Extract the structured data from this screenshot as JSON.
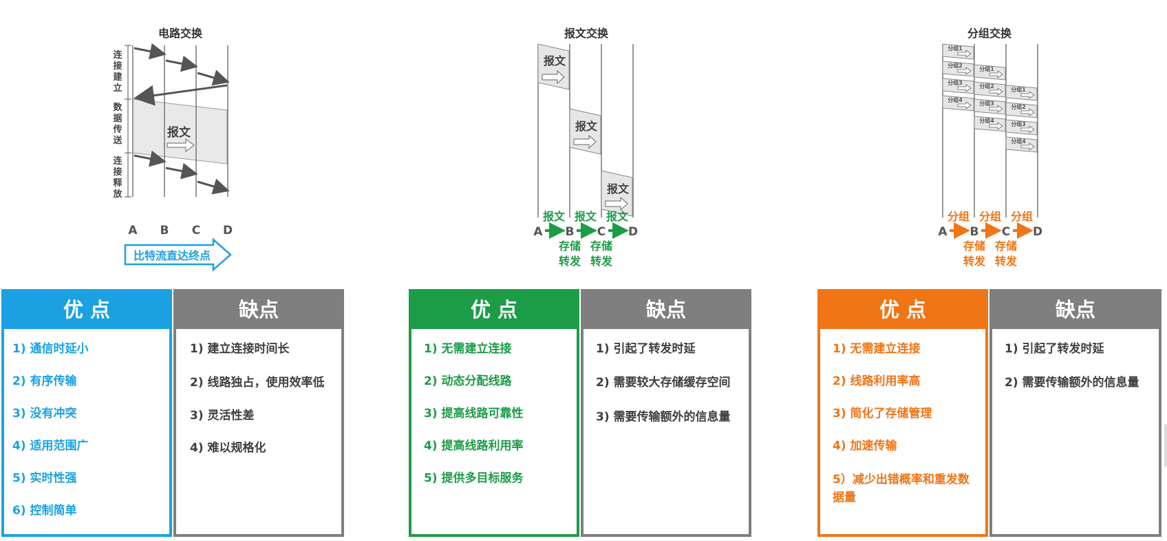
{
  "colors": {
    "circuit": "#1ba1e2",
    "message": "#1d9c48",
    "packet": "#f07515",
    "disadvantage": "#7f7f7f",
    "arrow": "#555555"
  },
  "circuit": {
    "title": "电路交换",
    "phases": [
      "连接建立",
      "数据传送",
      "连接释放"
    ],
    "message_label": "报文",
    "nodes": [
      "A",
      "B",
      "C",
      "D"
    ],
    "banner": "比特流直达终点"
  },
  "message": {
    "title": "报文交换",
    "message_label": "报文",
    "nodes": [
      "A",
      "B",
      "C",
      "D"
    ],
    "hop_label": "报文",
    "store_forward": [
      "存储",
      "转发"
    ]
  },
  "packet": {
    "title": "分组交换",
    "packets": [
      "分组1",
      "分组2",
      "分组3",
      "分组4"
    ],
    "nodes": [
      "A",
      "B",
      "C",
      "D"
    ],
    "hop_label": "分组",
    "store_forward": [
      "存储",
      "转发"
    ]
  },
  "panels": {
    "circuit": {
      "adv_title": "优 点",
      "dis_title": "缺点",
      "advantages": [
        "1) 通信时延小",
        "2) 有序传输",
        "3) 没有冲突",
        "4) 适用范围广",
        "5) 实时性强",
        "6) 控制简单"
      ],
      "disadvantages": [
        "1) 建立连接时间长",
        "2) 线路独占，使用效率低",
        "3) 灵活性差",
        "4) 难以规格化"
      ]
    },
    "message": {
      "adv_title": "优 点",
      "dis_title": "缺点",
      "advantages": [
        "1) 无需建立连接",
        "2) 动态分配线路",
        "3) 提高线路可靠性",
        "4) 提高线路利用率",
        "5) 提供多目标服务"
      ],
      "disadvantages": [
        "1) 引起了转发时延",
        "2) 需要较大存储缓存空间",
        "3) 需要传输额外的信息量"
      ]
    },
    "packet": {
      "adv_title": "优 点",
      "dis_title": "缺点",
      "advantages": [
        "1) 无需建立连接",
        "2) 线路利用率高",
        "3) 简化了存储管理",
        "4) 加速传输",
        "5）减少出错概率和重发数据量"
      ],
      "disadvantages": [
        "1) 引起了转发时延",
        "2) 需要传输额外的信息量"
      ]
    }
  }
}
